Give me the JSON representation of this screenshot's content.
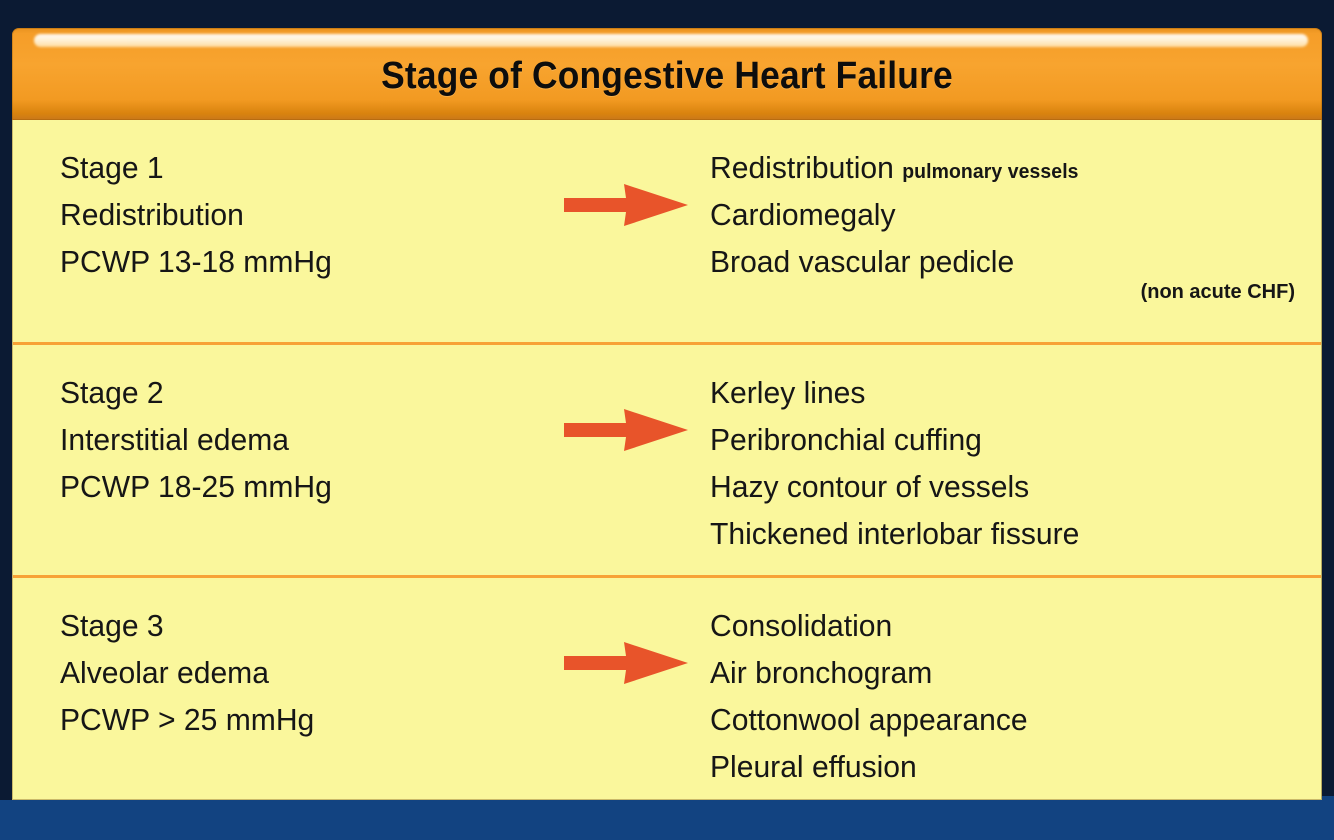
{
  "header": {
    "title": "Stage of Congestive Heart Failure"
  },
  "colors": {
    "outer_background": "#0b1a33",
    "bottom_band": "#124381",
    "header_orange": "#f8a42f",
    "panel_yellow": "#faf79c",
    "separator_orange": "#f7a236",
    "arrow_orange": "#e8542a",
    "text_black": "#161616"
  },
  "rows": [
    {
      "left": {
        "stage": "Stage 1",
        "type": "Redistribution",
        "pcwp": "PCWP 13-18 mmHg"
      },
      "arrow": "right-arrow-icon",
      "right": {
        "findings": [
          {
            "main": "Redistribution",
            "sub": "pulmonary vessels"
          },
          {
            "main": "Cardiomegaly",
            "sub": ""
          },
          {
            "main": "Broad vascular pedicle",
            "sub": ""
          }
        ],
        "note": "(non acute CHF)"
      }
    },
    {
      "left": {
        "stage": "Stage 2",
        "type": "Interstitial edema",
        "pcwp": "PCWP 18-25 mmHg"
      },
      "arrow": "right-arrow-icon",
      "right": {
        "findings": [
          {
            "main": "Kerley lines",
            "sub": ""
          },
          {
            "main": "Peribronchial cuffing",
            "sub": ""
          },
          {
            "main": "Hazy contour of vessels",
            "sub": ""
          },
          {
            "main": "Thickened interlobar fissure",
            "sub": ""
          }
        ],
        "note": ""
      }
    },
    {
      "left": {
        "stage": "Stage 3",
        "type": "Alveolar edema",
        "pcwp": "PCWP > 25 mmHg"
      },
      "arrow": "right-arrow-icon",
      "right": {
        "findings": [
          {
            "main": "Consolidation",
            "sub": ""
          },
          {
            "main": "Air bronchogram",
            "sub": ""
          },
          {
            "main": "Cottonwool appearance",
            "sub": ""
          },
          {
            "main": "Pleural effusion",
            "sub": ""
          }
        ],
        "note": ""
      }
    }
  ]
}
